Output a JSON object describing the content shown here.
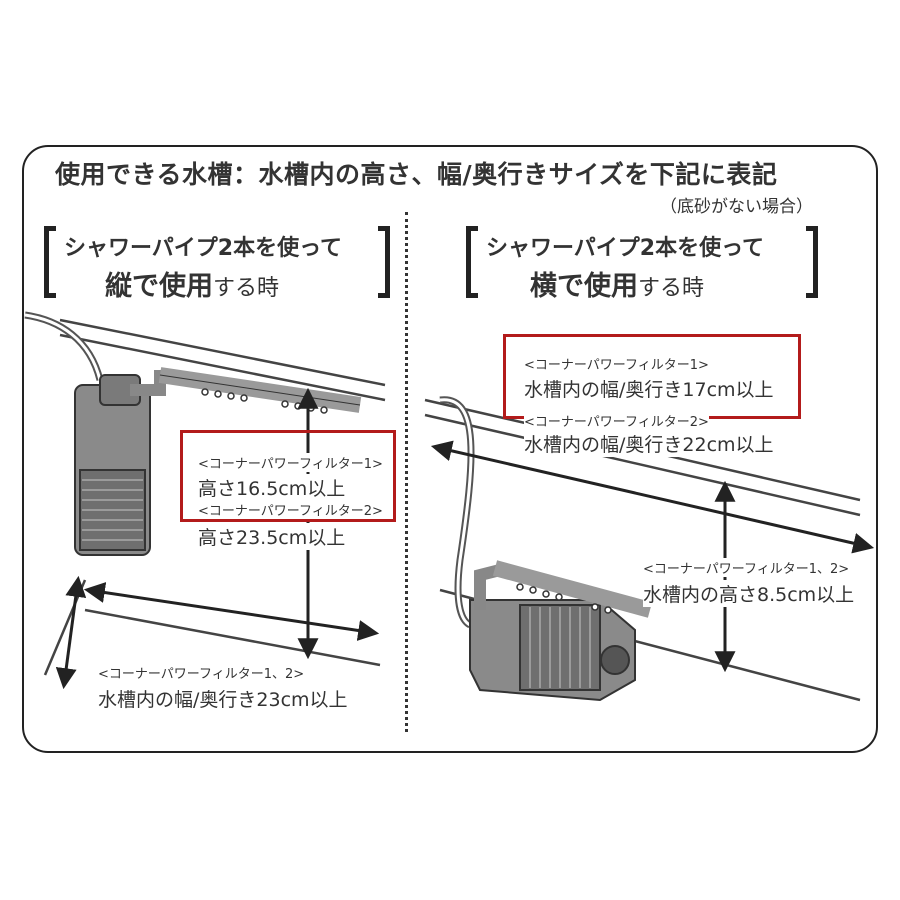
{
  "header": {
    "title": "使用できる水槽：水槽内の高さ、幅/奥行きサイズを下記に表記",
    "note": "（底砂がない場合）"
  },
  "left": {
    "heading_line1": "シャワーパイプ2本を使って",
    "heading_bold": "縦で使用",
    "heading_rest": "する時",
    "filter1_label": "<コーナーパワーフィルター1>",
    "filter1_value": "高さ16.5cm以上",
    "filter2_label": "<コーナーパワーフィルター2>",
    "filter2_value": "高さ23.5cm以上",
    "both_label": "<コーナーパワーフィルター1、2>",
    "both_value": "水槽内の幅/奥行き23cm以上"
  },
  "right": {
    "heading_line1": "シャワーパイプ2本を使って",
    "heading_bold": "横で使用",
    "heading_rest": "する時",
    "filter1_label": "<コーナーパワーフィルター1>",
    "filter1_value": "水槽内の幅/奥行き17cm以上",
    "filter2_label": "<コーナーパワーフィルター2>",
    "filter2_value": "水槽内の幅/奥行き22cm以上",
    "both_label": "<コーナーパワーフィルター1、2>",
    "both_value": "水槽内の高さ8.5cm以上"
  },
  "colors": {
    "highlight": "#b31b1b",
    "ink": "#222222"
  }
}
